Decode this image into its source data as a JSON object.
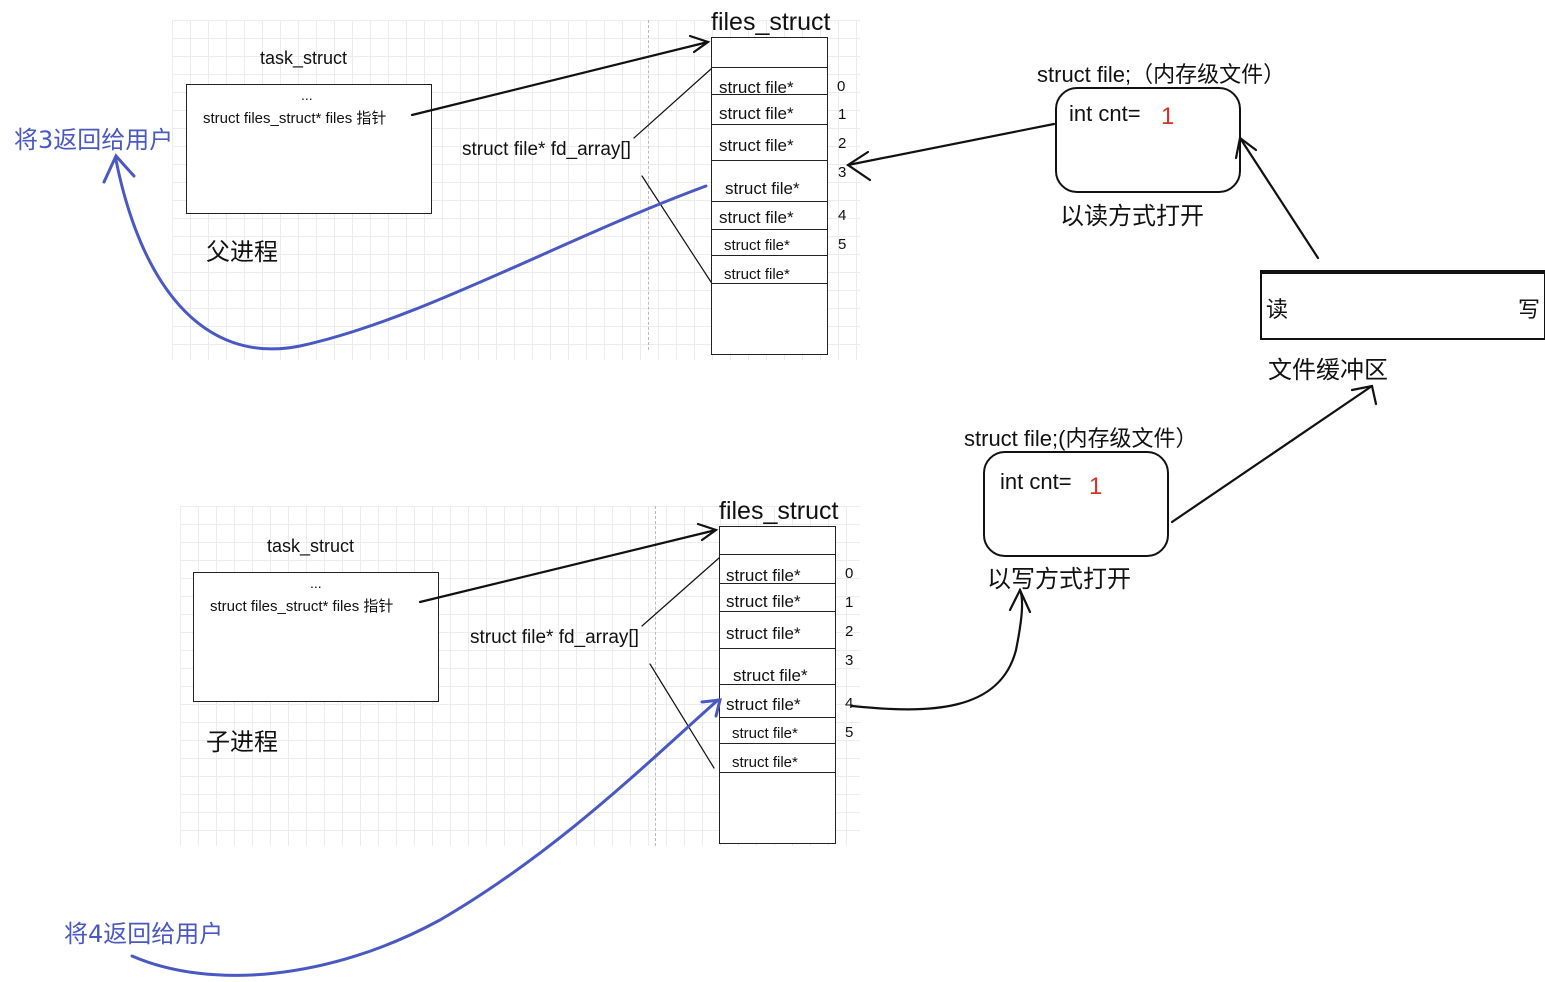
{
  "parent": {
    "task_struct_label": "task_struct",
    "dots": "...",
    "files_ptr_label": "struct files_struct* files 指针",
    "process_label": "父进程",
    "fd_array_label": "struct file* fd_array[]",
    "files_struct_title": "files_struct",
    "entries": [
      {
        "label": "struct file*",
        "index": "0"
      },
      {
        "label": "struct file*",
        "index": "1"
      },
      {
        "label": "struct file*",
        "index": "2"
      },
      {
        "label": "struct file*",
        "index": "3"
      },
      {
        "label": "struct file*",
        "index": "4"
      },
      {
        "label": "struct file*",
        "index": "5"
      },
      {
        "label": "struct file*",
        "index": ""
      }
    ],
    "return_note": "将3返回给用户"
  },
  "child": {
    "task_struct_label": "task_struct",
    "dots": "...",
    "files_ptr_label": "struct files_struct* files 指针",
    "process_label": "子进程",
    "fd_array_label": "struct file* fd_array[]",
    "files_struct_title": "files_struct",
    "entries": [
      {
        "label": "struct file*",
        "index": "0"
      },
      {
        "label": "struct file*",
        "index": "1"
      },
      {
        "label": "struct file*",
        "index": "2"
      },
      {
        "label": "struct file*",
        "index": "3"
      },
      {
        "label": "struct file*",
        "index": "4"
      },
      {
        "label": "struct file*",
        "index": "5"
      },
      {
        "label": "struct file*",
        "index": ""
      }
    ],
    "return_note": "将4返回给用户"
  },
  "file_read": {
    "title": "struct file;（内存级文件）",
    "cnt_label": "int cnt=",
    "cnt_value": "1",
    "mode_label": "以读方式打开"
  },
  "file_write": {
    "title": "struct file;(内存级文件）",
    "cnt_label": "int cnt=",
    "cnt_value": "1",
    "mode_label": "以写方式打开"
  },
  "buffer": {
    "read_end": "读",
    "write_end": "写",
    "label": "文件缓冲区"
  },
  "colors": {
    "annotation_blue": "#4a58c2",
    "count_red": "#d8302b",
    "ink": "#111111"
  }
}
